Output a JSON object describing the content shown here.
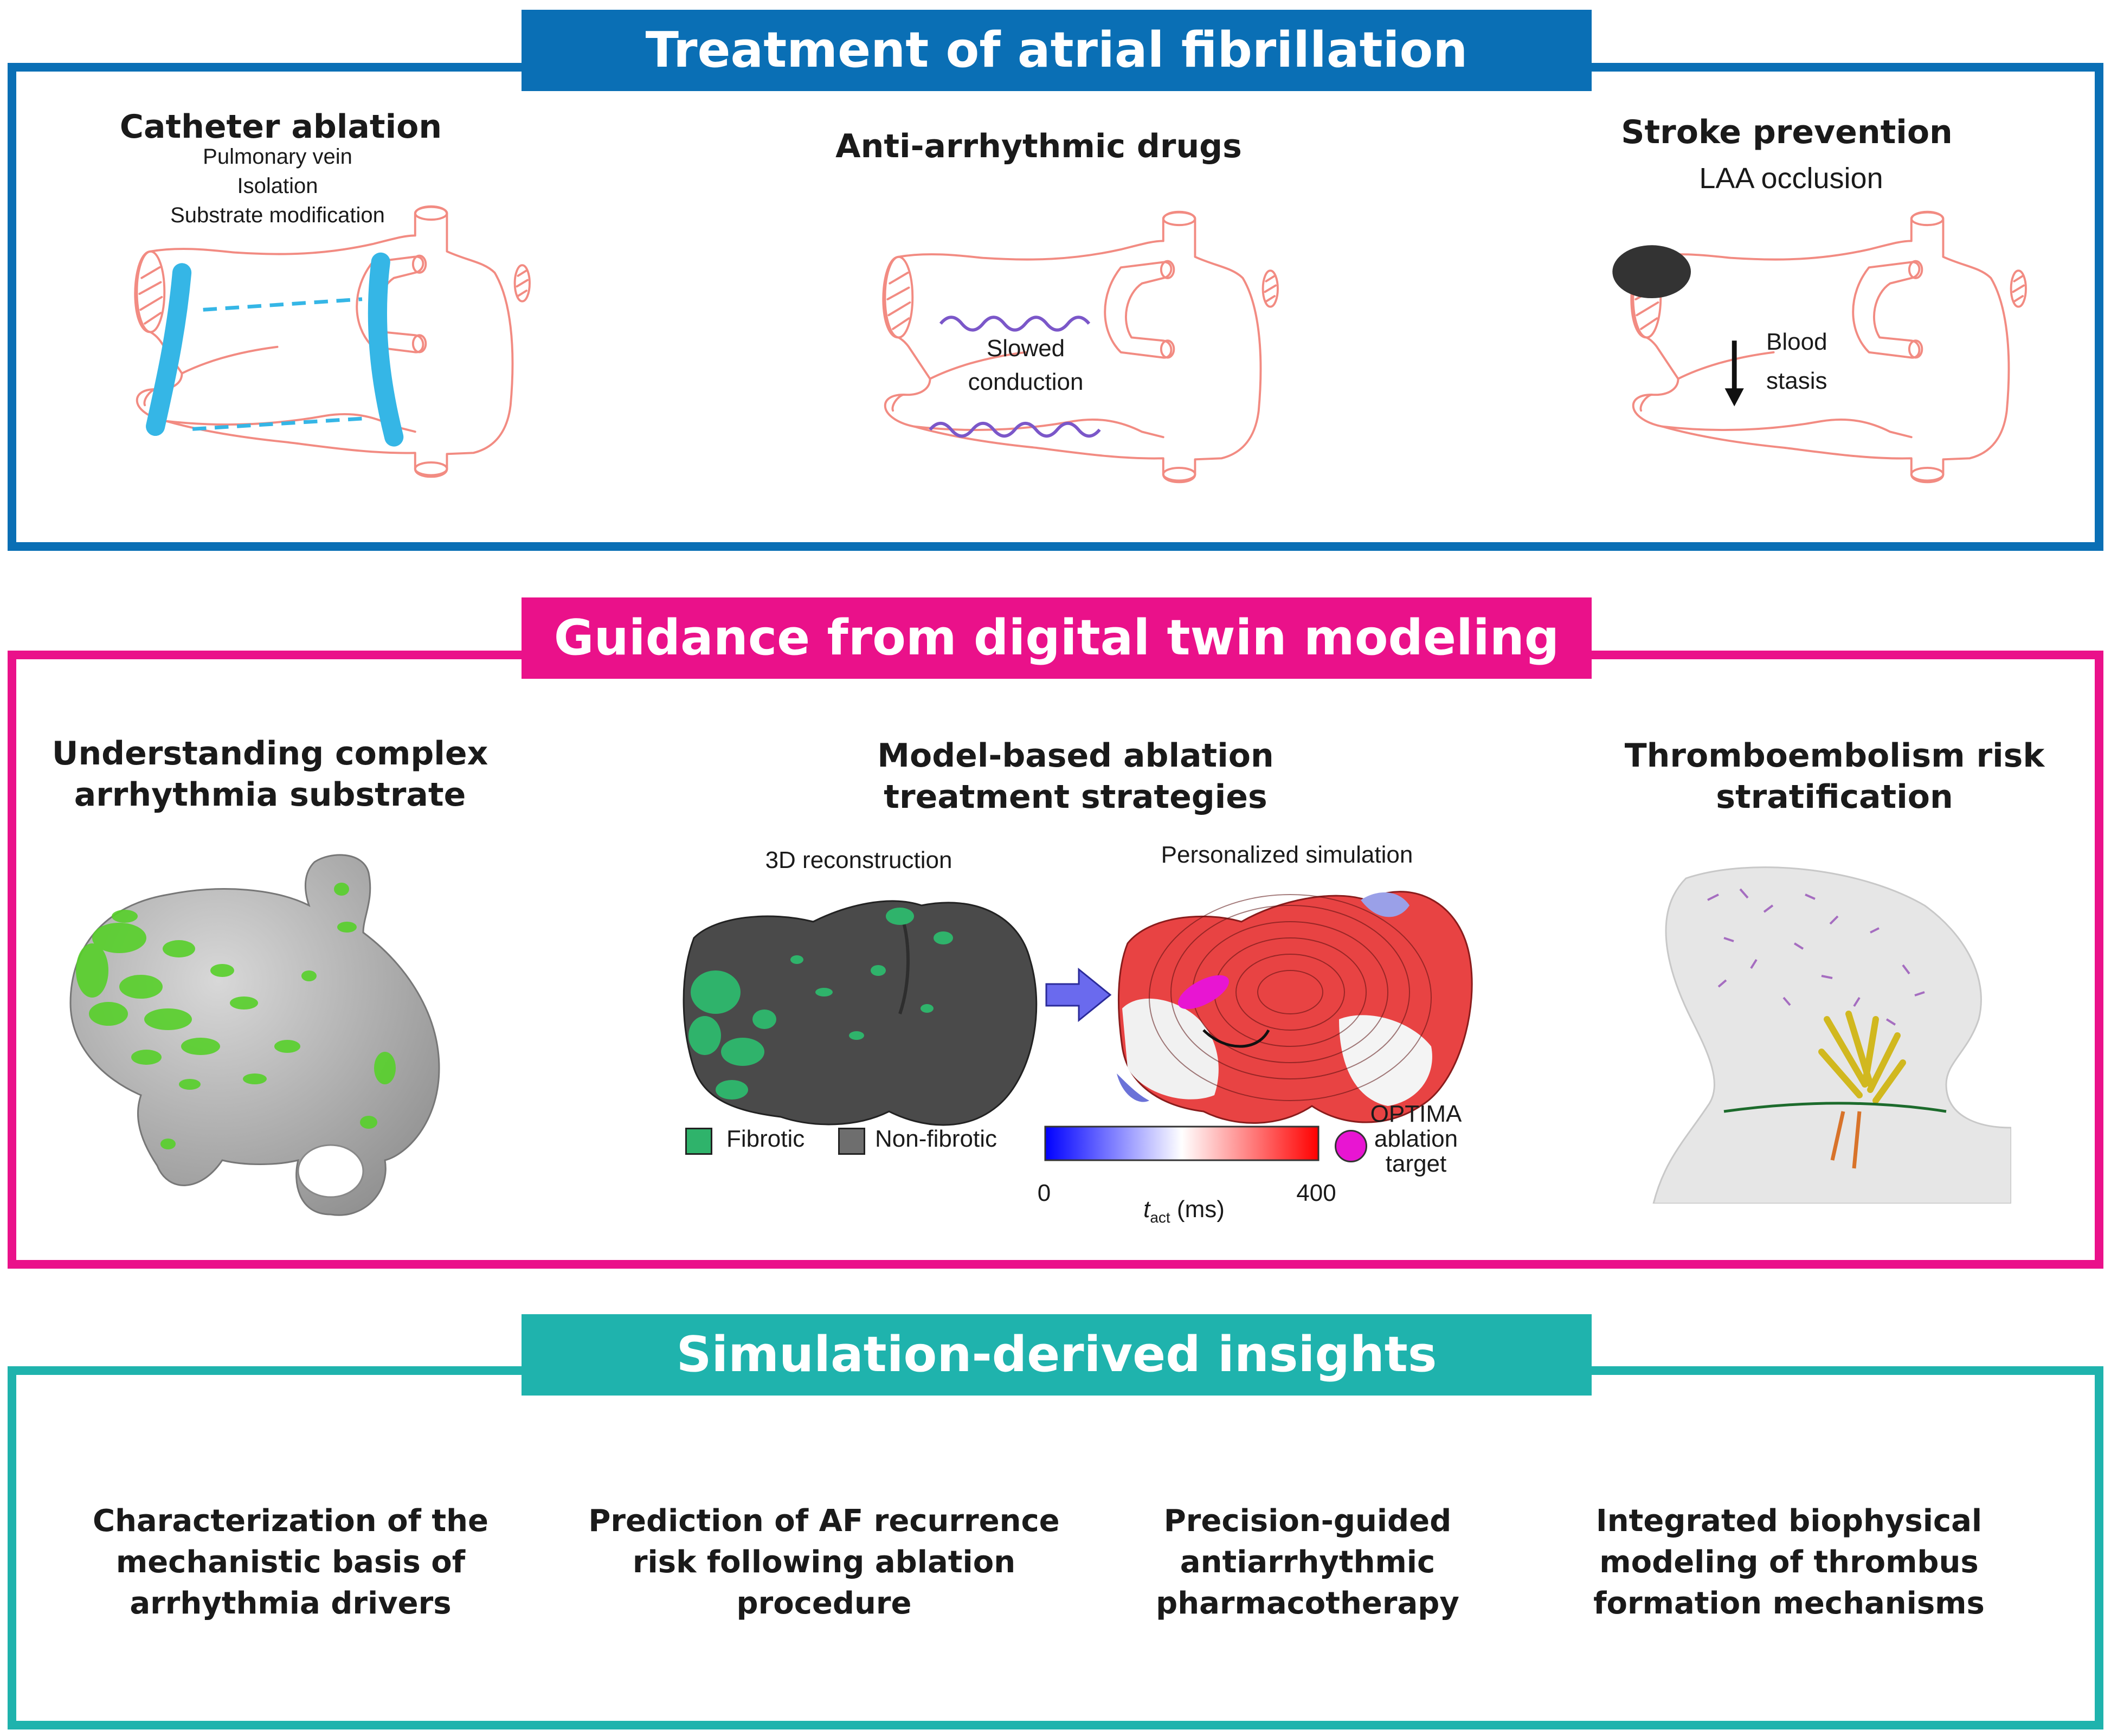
{
  "colors": {
    "treatment": "#0a6fb5",
    "guidance": "#ea118a",
    "insights": "#1fb3ad",
    "heart_outline": "#f28b82",
    "ablation_line": "#35b6e6",
    "wave": "#7b57c9",
    "fibrotic": "#2fb36b",
    "non_fibrotic": "#6e6e6e",
    "ablation_target": "#e815d2"
  },
  "treatment": {
    "title": "Treatment of atrial fibrillation",
    "catheter": {
      "title": "Catheter ablation",
      "lines": [
        "Pulmonary vein",
        "Isolation",
        "Substrate modification"
      ]
    },
    "drugs": {
      "title": "Anti-arrhythmic drugs",
      "label_lines": [
        "Slowed",
        "conduction"
      ]
    },
    "stroke": {
      "title": "Stroke prevention",
      "subtitle": "LAA occlusion",
      "label_lines": [
        "Blood",
        "stasis"
      ]
    }
  },
  "guidance": {
    "title": "Guidance from digital twin modeling",
    "substrate": {
      "title_lines": [
        "Understanding complex",
        "arrhythmia substrate"
      ]
    },
    "strategies": {
      "title_lines": [
        "Model-based ablation",
        "treatment strategies"
      ],
      "recon_label": "3D reconstruction",
      "sim_label": "Personalized simulation",
      "legend_fibrotic": "Fibrotic",
      "legend_nonfibrotic": "Non-fibrotic",
      "scale_min": "0",
      "scale_max": "400",
      "scale_label": "t",
      "scale_label_sub": "act",
      "scale_unit": "(ms)",
      "target_lines": [
        "OPTIMA",
        "ablation",
        "target"
      ]
    },
    "thrombo": {
      "title_lines": [
        "Thromboembolism risk",
        "stratification"
      ]
    }
  },
  "insights": {
    "title": "Simulation-derived insights",
    "items": [
      {
        "lines": [
          "Characterization of the",
          "mechanistic basis of",
          "arrhythmia drivers"
        ]
      },
      {
        "lines": [
          "Prediction of AF recurrence",
          "risk following ablation",
          "procedure"
        ]
      },
      {
        "lines": [
          "Precision-guided",
          "antiarrhythmic",
          "pharmacotherapy"
        ]
      },
      {
        "lines": [
          "Integrated biophysical",
          "modeling of thrombus",
          "formation mechanisms"
        ]
      }
    ]
  }
}
